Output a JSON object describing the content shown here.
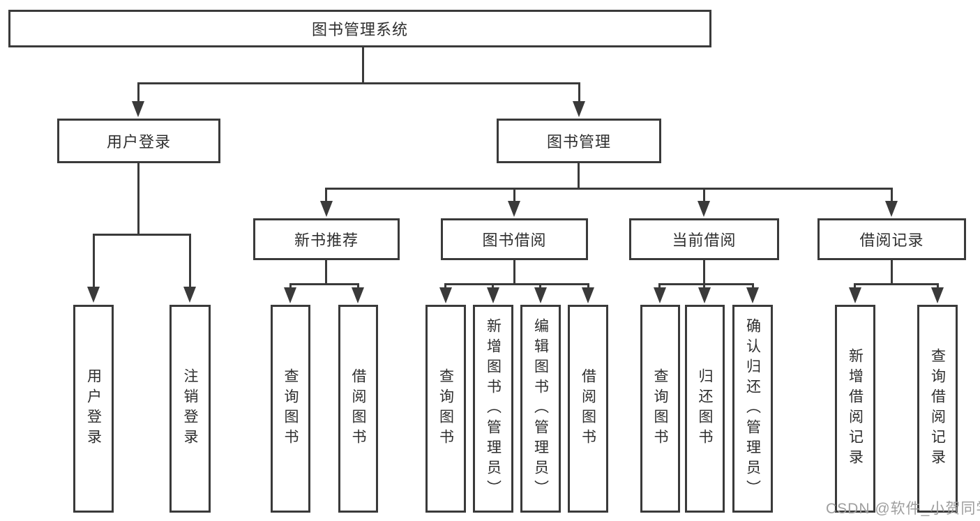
{
  "diagram": {
    "watermark": "CSDN @软件_小贺同学",
    "colors": {
      "line": "#3a3a3a",
      "text": "#2e2e2e",
      "watermark": "#9e9e9e",
      "background": "#ffffff"
    },
    "tree": {
      "root": "图书管理系统",
      "children": [
        {
          "label": "用户登录",
          "children": [
            "用户登录",
            "注销登录"
          ]
        },
        {
          "label": "图书管理",
          "children": [
            {
              "label": "新书推荐",
              "children": [
                "查询图书",
                "借阅图书"
              ]
            },
            {
              "label": "图书借阅",
              "children": [
                "查询图书",
                "新增图书（管理员）",
                "编辑图书（管理员）",
                "借阅图书"
              ]
            },
            {
              "label": "当前借阅",
              "children": [
                "查询图书",
                "归还图书",
                "确认归还（管理员）"
              ]
            },
            {
              "label": "借阅记录",
              "children": [
                "新增借阅记录",
                "查询借阅记录"
              ]
            }
          ]
        }
      ]
    }
  }
}
